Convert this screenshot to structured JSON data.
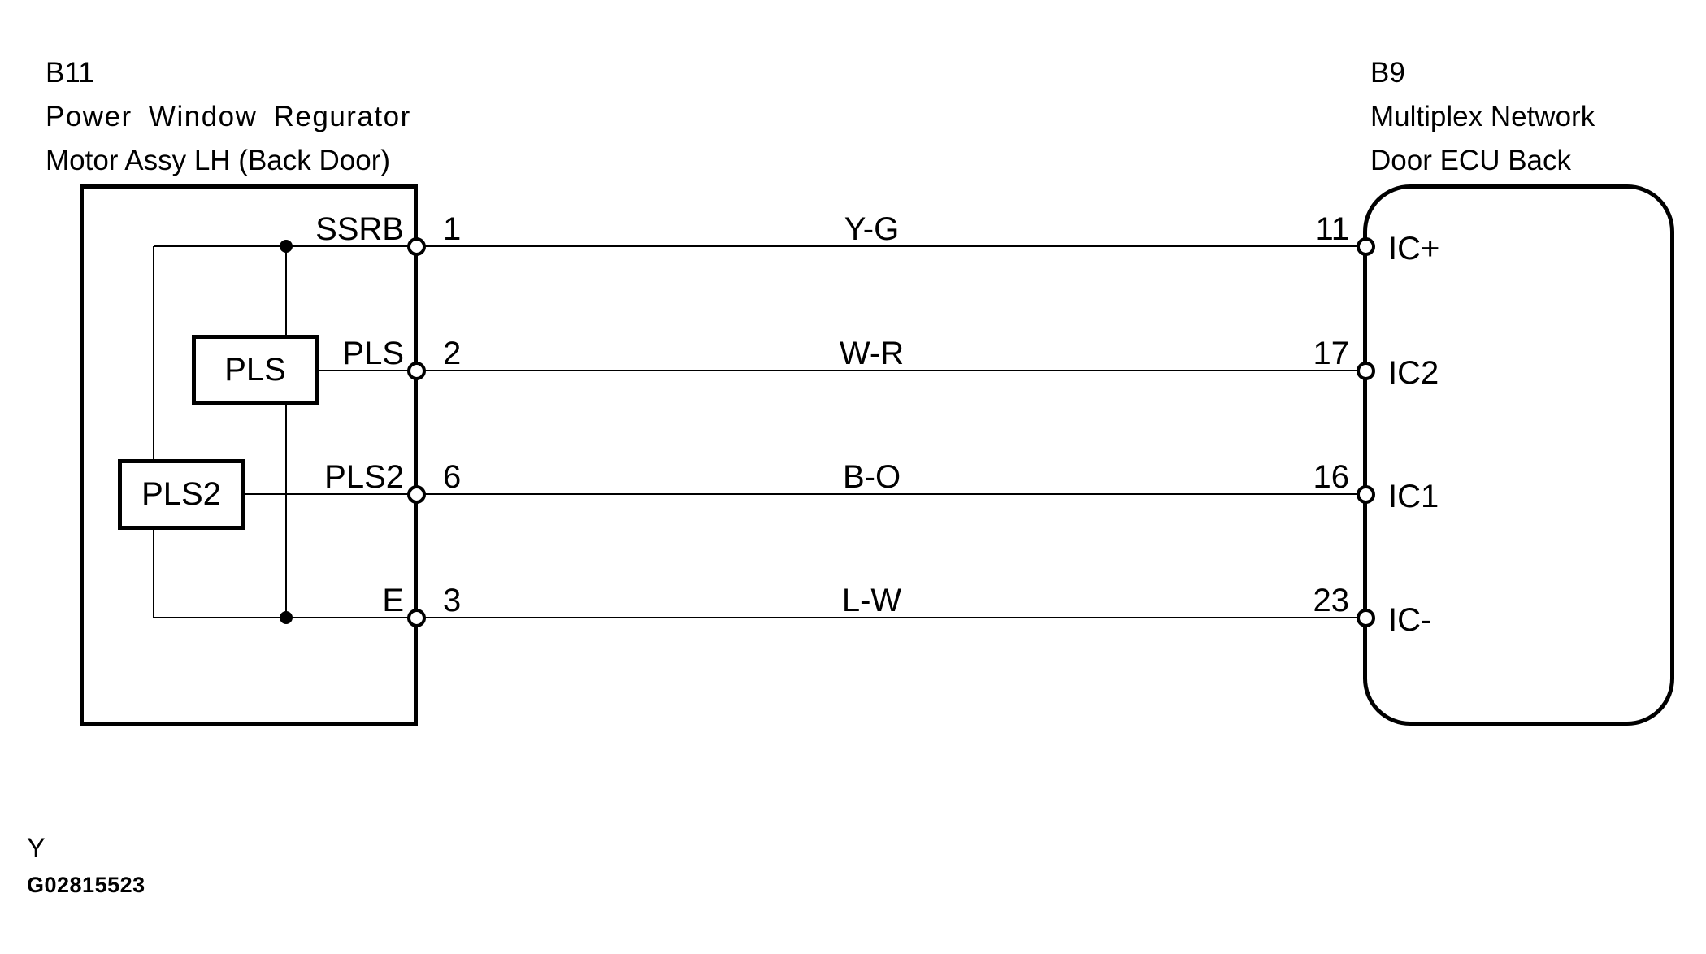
{
  "diagram": {
    "left_component": {
      "id": "B11",
      "name_line1": "Power Window Regurator",
      "name_line2": "Motor Assy LH (Back Door)",
      "internal_parts": [
        {
          "label": "PLS"
        },
        {
          "label": "PLS2"
        }
      ]
    },
    "right_component": {
      "id": "B9",
      "name_line1": "Multiplex Network",
      "name_line2": "Door ECU Back"
    },
    "rows": [
      {
        "left_pin_label": "SSRB",
        "left_pin": "1",
        "wire_color": "Y-G",
        "right_pin": "11",
        "right_pin_label": "IC+"
      },
      {
        "left_pin_label": "PLS",
        "left_pin": "2",
        "wire_color": "W-R",
        "right_pin": "17",
        "right_pin_label": "IC2"
      },
      {
        "left_pin_label": "PLS2",
        "left_pin": "6",
        "wire_color": "B-O",
        "right_pin": "16",
        "right_pin_label": "IC1"
      },
      {
        "left_pin_label": "E",
        "left_pin": "3",
        "wire_color": "L-W",
        "right_pin": "23",
        "right_pin_label": "IC-"
      }
    ],
    "footer": {
      "section_code": "Y",
      "figure_id": "G02815523"
    },
    "colors": {
      "line": "#000000",
      "background": "#ffffff"
    }
  }
}
